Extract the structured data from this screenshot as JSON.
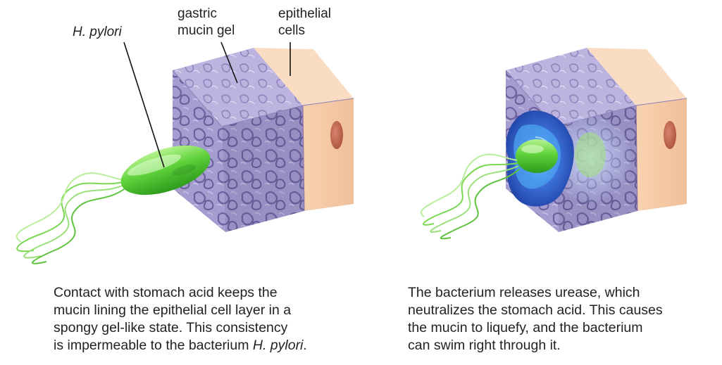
{
  "labels": {
    "pylori": "H. pylori",
    "mucin_line1": "gastric",
    "mucin_line2": "mucin gel",
    "epithelial_line1": "epithelial",
    "epithelial_line2": "cells"
  },
  "captions": {
    "left": {
      "line1": "Contact with stomach acid keeps the",
      "line2": "mucin lining the epithelial cell layer in a",
      "line3": "spongy gel-like state. This consistency",
      "line4_prefix": "is impermeable to the bacterium ",
      "line4_italic": "H. pylori",
      "line4_suffix": "."
    },
    "right": {
      "line1": "The bacterium releases urease, which",
      "line2": "neutralizes the stomach acid. This causes",
      "line3": "the mucin to liquefy, and the bacterium",
      "line4": "can swim right through it."
    }
  },
  "colors": {
    "mucin_face": "#9c92c8",
    "mucin_top": "#b9b0dc",
    "epithelial_face": "#f6c9a3",
    "epithelial_top": "#f9dcc1",
    "nucleus": "#c06a52",
    "bacterium": "#5fd13a",
    "urease_cloud": "#2f58c8"
  }
}
